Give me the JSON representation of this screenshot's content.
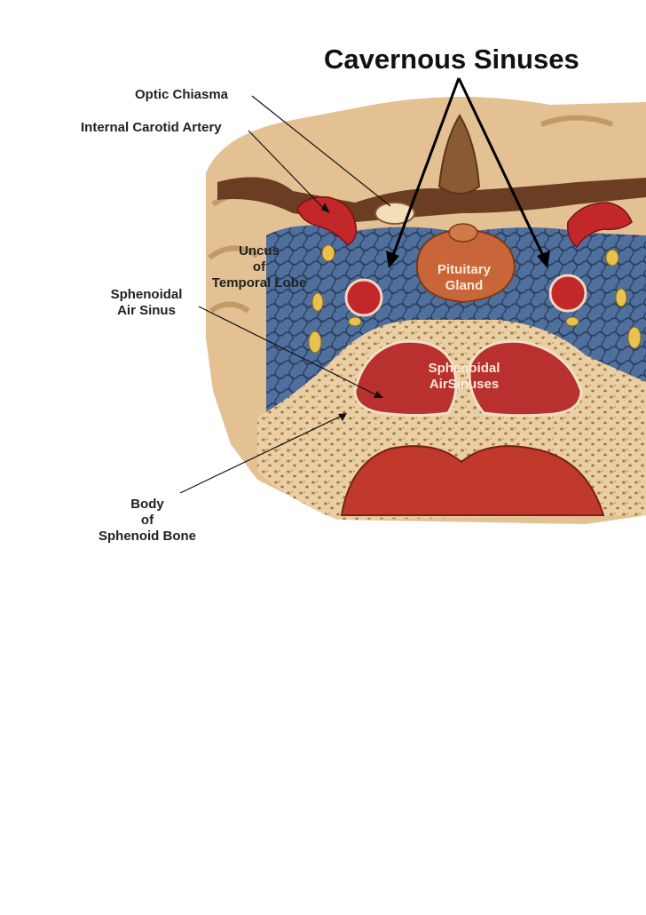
{
  "title": "Cavernous Sinuses",
  "labels": {
    "optic_chiasma": "Optic Chiasma",
    "internal_carotid": "Internal Carotid Artery",
    "uncus_line1": "Uncus",
    "uncus_line2": "of",
    "uncus_line3": "Temporal Lobe",
    "sph_air_sinus_line1": "Sphenoidal",
    "sph_air_sinus_line2": "Air Sinus",
    "pituitary_line1": "Pituitary",
    "pituitary_line2": "Gland",
    "sph_air_sinuses_line1": "Sphenoidal",
    "sph_air_sinuses_line2": "AirSinuses",
    "body_line1": "Body",
    "body_line2": "of",
    "body_line3": "Sphenoid Bone"
  },
  "colors": {
    "bone": "#e6c9a0",
    "bone_dark": "#c89a66",
    "brain": "#e2bf90",
    "sinus_blue": "#4f6f9c",
    "artery_red": "#c2282a",
    "gland": "#c8663a",
    "air_sinus_red": "#b8312e",
    "nerve_yellow": "#e8c24c",
    "dura": "#6b3d22"
  }
}
